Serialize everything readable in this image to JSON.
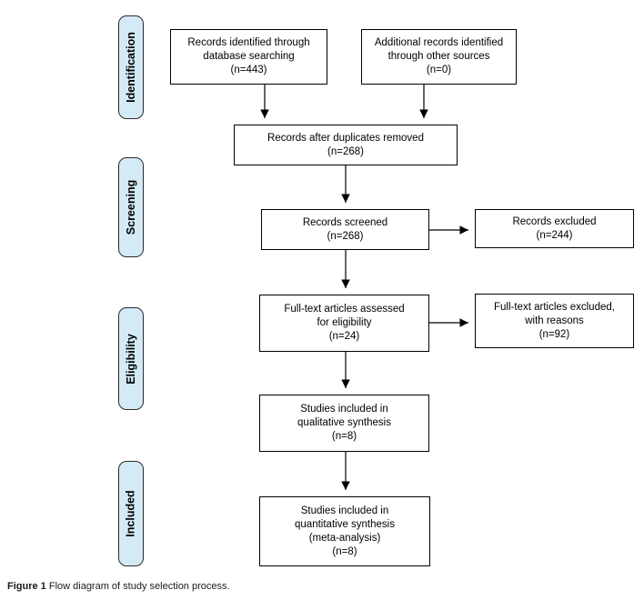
{
  "figure": {
    "caption_label": "Figure 1",
    "caption_text": " Flow diagram of study selection process."
  },
  "colors": {
    "stage_fill": "#d5eaf7",
    "stage_border": "#2b2b2b",
    "box_border": "#000000",
    "arrow": "#000000",
    "background": "#ffffff"
  },
  "stages": [
    {
      "label": "Identification"
    },
    {
      "label": "Screening"
    },
    {
      "label": "Eligibility"
    },
    {
      "label": "Included"
    }
  ],
  "boxes": [
    {
      "id": "records-identified-database",
      "text": "Records identified through\ndatabase searching\n(n=443)"
    },
    {
      "id": "additional-records-other-sources",
      "text": "Additional records identified\nthrough other sources\n(n=0)"
    },
    {
      "id": "records-after-duplicates-removed",
      "text": "Records after duplicates removed\n(n=268)"
    },
    {
      "id": "records-screened",
      "text": "Records screened\n(n=268)"
    },
    {
      "id": "records-excluded",
      "text": "Records excluded\n(n=244)"
    },
    {
      "id": "fulltext-assessed",
      "text": "Full-text articles assessed\nfor eligibility\n(n=24)"
    },
    {
      "id": "fulltext-excluded",
      "text": "Full-text articles excluded,\nwith reasons\n(n=92)"
    },
    {
      "id": "studies-qualitative",
      "text": "Studies included in\nqualitative synthesis\n(n=8)"
    },
    {
      "id": "studies-quantitative",
      "text": "Studies included in\nquantitative synthesis\n(meta-analysis)\n(n=8)"
    }
  ]
}
